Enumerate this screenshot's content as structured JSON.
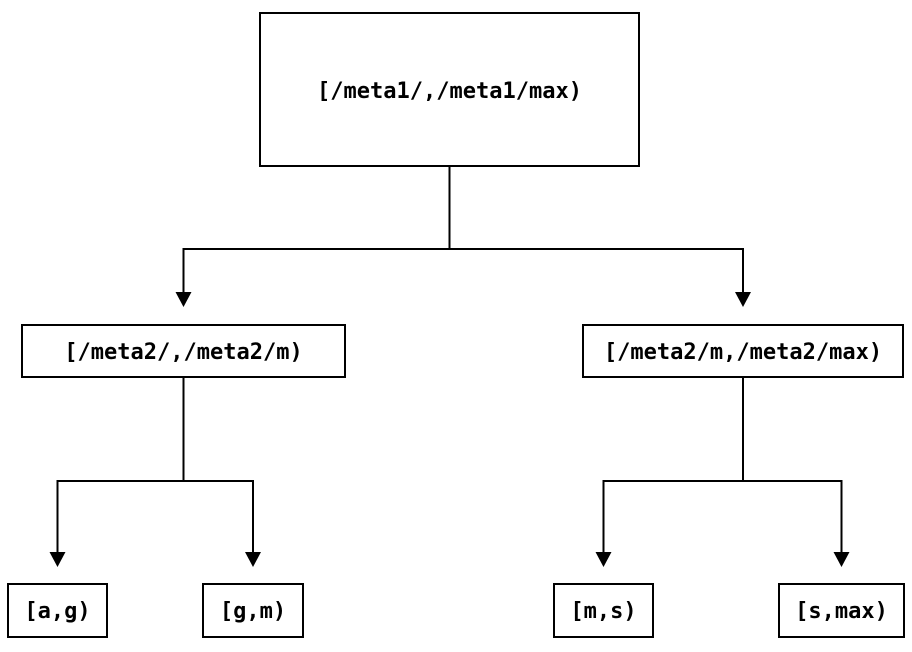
{
  "diagram": {
    "type": "tree",
    "nodes": {
      "root": {
        "label": "[/meta1/,/meta1/max)"
      },
      "meta2_low": {
        "label": "[/meta2/,/meta2/m)"
      },
      "meta2_high": {
        "label": "[/meta2/m,/meta2/max)"
      },
      "leaf_a_g": {
        "label": "[a,g)"
      },
      "leaf_g_m": {
        "label": "[g,m)"
      },
      "leaf_m_s": {
        "label": "[m,s)"
      },
      "leaf_s_max": {
        "label": "[s,max)"
      }
    },
    "edges": [
      {
        "from": "root",
        "to": "meta2_low"
      },
      {
        "from": "root",
        "to": "meta2_high"
      },
      {
        "from": "meta2_low",
        "to": "leaf_a_g"
      },
      {
        "from": "meta2_low",
        "to": "leaf_g_m"
      },
      {
        "from": "meta2_high",
        "to": "leaf_m_s"
      },
      {
        "from": "meta2_high",
        "to": "leaf_s_max"
      }
    ],
    "colors": {
      "line": "#000000",
      "box_fill": "#ffffff",
      "background": "#ffffff",
      "text": "#000000"
    }
  }
}
